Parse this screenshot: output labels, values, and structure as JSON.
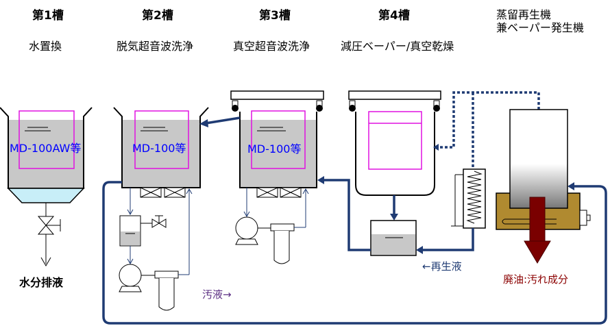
{
  "tanks": [
    {
      "no": "第1槽",
      "process": "水置換",
      "solvent": "MD-100AW等"
    },
    {
      "no": "第2槽",
      "process": "脱気超音波洗浄",
      "solvent": "MD-100等"
    },
    {
      "no": "第3槽",
      "process": "真空超音波洗浄",
      "solvent": "MD-100等"
    },
    {
      "no": "第4槽",
      "process": "減圧ベーパー/真空乾燥"
    }
  ],
  "still": {
    "line1": "蒸留再生機",
    "line2": "兼ベーパー発生機"
  },
  "labels": {
    "drain": "水分排液",
    "dirty_liquid": "汚液→",
    "regenerated": "←再生液",
    "waste_oil": "廃油:汚れ成分"
  },
  "colors": {
    "pipe": "#1f3b73",
    "solution": "#c8c8c8",
    "basket": "#e010e0",
    "solvent_text": "#0000ff",
    "waste_arrow": "#7a0000",
    "heater": "#b08a30"
  }
}
